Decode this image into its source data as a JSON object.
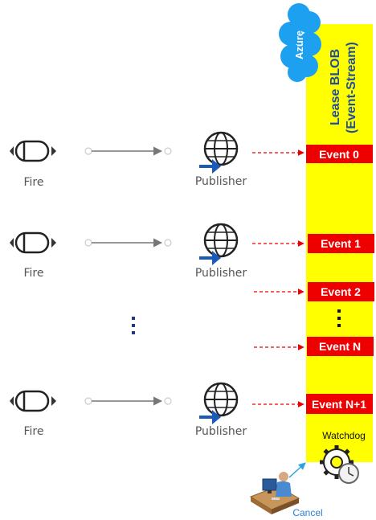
{
  "azure": {
    "label": "Azure",
    "color": "#1ea0f0"
  },
  "blob": {
    "line1": "Lease BLOB",
    "line2": "(Event-Stream)",
    "bg": "#ffff00"
  },
  "rows": [
    {
      "source": "Fire",
      "target": "Publisher"
    },
    {
      "source": "Fire",
      "target": "Publisher"
    },
    {
      "source": "Fire",
      "target": "Publisher"
    }
  ],
  "events": {
    "e0": "Event 0",
    "e1": "Event 1",
    "e2": "Event 2",
    "eN": "Event N",
    "eN1": "Event N+1",
    "color": "#ee0000"
  },
  "watchdog": {
    "label": "Watchdog",
    "icon": "gear-clock-icon"
  },
  "cancel": {
    "label": "Cancel",
    "icon": "operator-at-desk-icon"
  },
  "icons": {
    "source": "fire-trigger-icon",
    "target": "globe-publisher-icon"
  }
}
